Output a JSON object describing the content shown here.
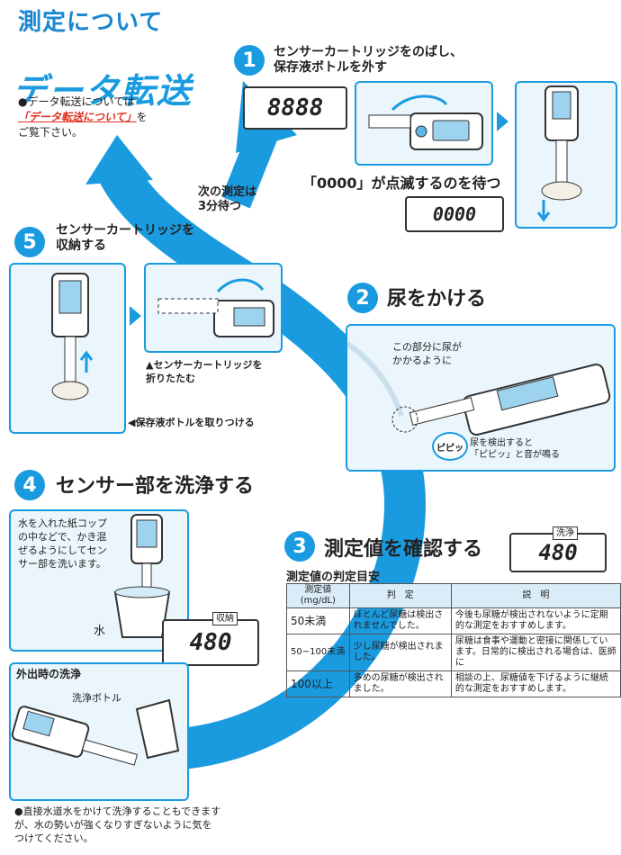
{
  "page": {
    "title": "測定について"
  },
  "transfer": {
    "title": "データ転送",
    "note_prefix": "●データ転送については",
    "link": "「データ転送について」",
    "link_suffix": "を",
    "note_end": "ご覧下さい。",
    "wait_line1": "次の測定は",
    "wait_line2": "3分待つ"
  },
  "step1": {
    "number": "1",
    "title_line1": "センサーカートリッジをのばし、",
    "title_line2": "保存液ボトルを外す",
    "display": "8888",
    "wait_text": "「0000」が点滅するのを待つ",
    "blink_display": "0000"
  },
  "step2": {
    "number": "2",
    "title": "尿をかける",
    "callout_line1": "この部分に尿が",
    "callout_line2": "かかるように",
    "beep_badge": "ピピッ",
    "beep_line1": "尿を検出すると",
    "beep_line2": "「ピピッ」と音が鳴る"
  },
  "step3": {
    "number": "3",
    "title": "測定値を確認する",
    "display_label": "洗浄",
    "display_value": "480",
    "table_title": "測定値の判定目安",
    "headers": [
      "測定値(mg/dL)",
      "判　定",
      "説　明"
    ],
    "rows": [
      {
        "range": "50未満",
        "judge": "ほとんど尿糖は検出されませんでした。",
        "desc": "今後も尿糖が検出されないように定期的な測定をおすすめします。"
      },
      {
        "range": "50~100未満",
        "judge": "少し尿糖が検出されました。",
        "desc": "尿糖は食事や運動と密接に関係しています。日常的に検出される場合は、医師に"
      },
      {
        "range": "100以上",
        "judge": "多めの尿糖が検出されました。",
        "desc": "相談の上、尿糖値を下げるように継続的な測定をおすすめします。"
      }
    ]
  },
  "step4": {
    "number": "4",
    "title": "センサー部を洗浄する",
    "instruction": "水を入れた紙コップの中などで、かき混ぜるようにしてセンサー部を洗います。",
    "water_label": "水",
    "display_label": "収納",
    "display_value": "480",
    "outdoor_title": "外出時の洗浄",
    "bottle_label": "洗浄ボトル",
    "footnote": "●直接水道水をかけて洗浄することもできますが、水の勢いが強くなりすぎないように気をつけてください。"
  },
  "step5": {
    "number": "5",
    "title_line1": "センサーカートリッジを",
    "title_line2": "収納する",
    "fold_line1": "▲センサーカートリッジを",
    "fold_line2": "折りたたむ",
    "bottle_note": "◀保存液ボトルを取りつける"
  },
  "colors": {
    "accent": "#1a9be0",
    "link": "#e0301e",
    "panel_fill": "#eaf6fc"
  }
}
